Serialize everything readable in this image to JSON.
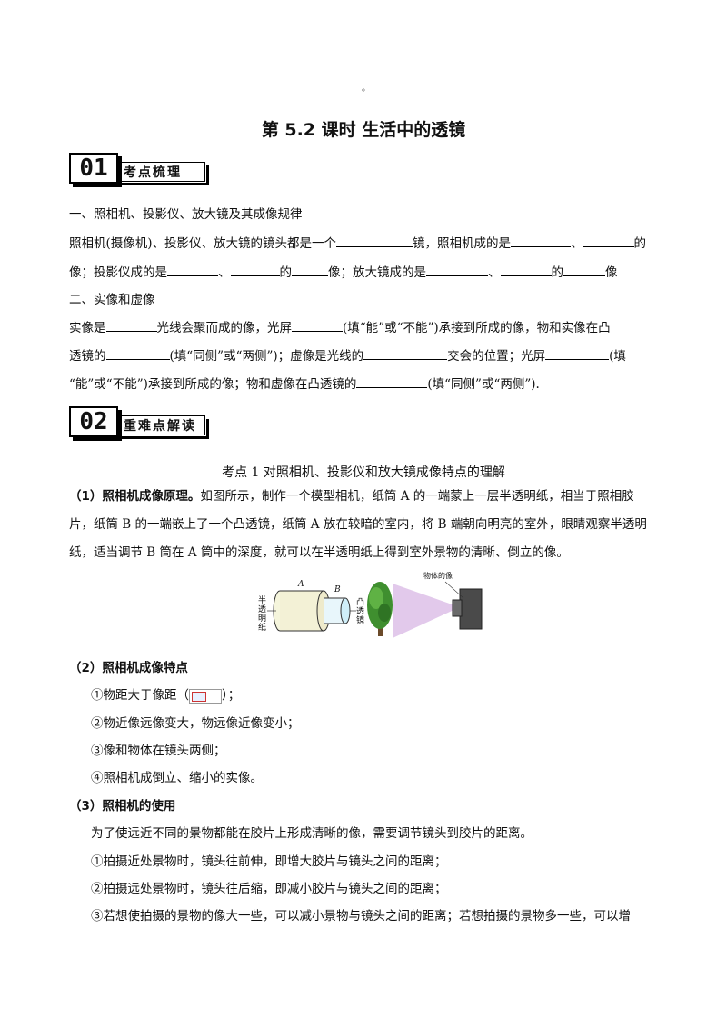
{
  "header_dot": "。",
  "title": "第 5.2 课时  生活中的透镜",
  "section1": {
    "num": "01",
    "label": "考点梳理"
  },
  "section2": {
    "num": "02",
    "label": "重难点解读"
  },
  "s1": {
    "h1": "一、照相机、投影仪、放大镜及其成像规律",
    "l1a": "照相机(摄像机)、投影仪、放大镜的镜头都是一个",
    "l1b": "镜，照相机成的是",
    "l1c": "、",
    "l1d": "的",
    "l2a": "像；投影仪成的是",
    "l2b": "、",
    "l2c": "的",
    "l2d": "像；放大镜成的是",
    "l2e": "、",
    "l2f": "的",
    "l2g": "像",
    "h2": "二、实像和虚像",
    "l3a": "实像是",
    "l3b": "光线会聚而成的像，光屏",
    "l3c": "(填“能”或“不能”)承接到所成的像，物和实像在凸",
    "l4a": "透镜的",
    "l4b": "(填“同侧”或“两侧”)；虚像是光线的",
    "l4c": "交会的位置；光屏",
    "l4d": "(填",
    "l5a": "“能”或“不能”)承接到所成的像；物和虚像在凸透镜的",
    "l5b": "(填“同侧”或“两侧”)."
  },
  "s2": {
    "topic": "考点 1 对照相机、投影仪和放大镜成像特点的理解",
    "p1_head": "（1）照相机成像原理。",
    "p1_a": "如图所示，制作一个模型相机，纸筒 A 的一端蒙上一层半透明纸，相当于照相胶",
    "p1_b": "片，纸筒 B 的一端嵌上了一个凸透镜，纸筒 A 放在较暗的室内，将 B 端朝向明亮的室外，眼睛观察半透明",
    "p1_c": "纸，适当调节 B 筒在 A 筒中的深度，就可以在半透明纸上得到室外景物的清晰、倒立的像。",
    "fig_labels": {
      "screen": "半透明纸",
      "a": "A",
      "b": "B",
      "lens": "凸透镜",
      "image": "物体的像"
    },
    "p2_head": "（2）照相机成像特点",
    "p2_1a": "①物距大于像距（",
    "p2_1b": "）；",
    "p2_2": "②物近像远像变大，物远像近像变小；",
    "p2_3": "③像和物体在镜头两侧；",
    "p2_4": "④照相机成倒立、缩小的实像。",
    "p3_head": "（3）照相机的使用",
    "p3_intro": "为了使远近不同的景物都能在胶片上形成清晰的像，需要调节镜头到胶片的距离。",
    "p3_1": "①拍摄近处景物时，镜头往前伸，即增大胶片与镜头之间的距离；",
    "p3_2": "②拍摄远处景物时，镜头往后缩，即减小胶片与镜头之间的距离；",
    "p3_3": "③若想使拍摄的景物的像大一些，可以减小景物与镜头之间的距离；若想拍摄的景物多一些，可以增"
  }
}
